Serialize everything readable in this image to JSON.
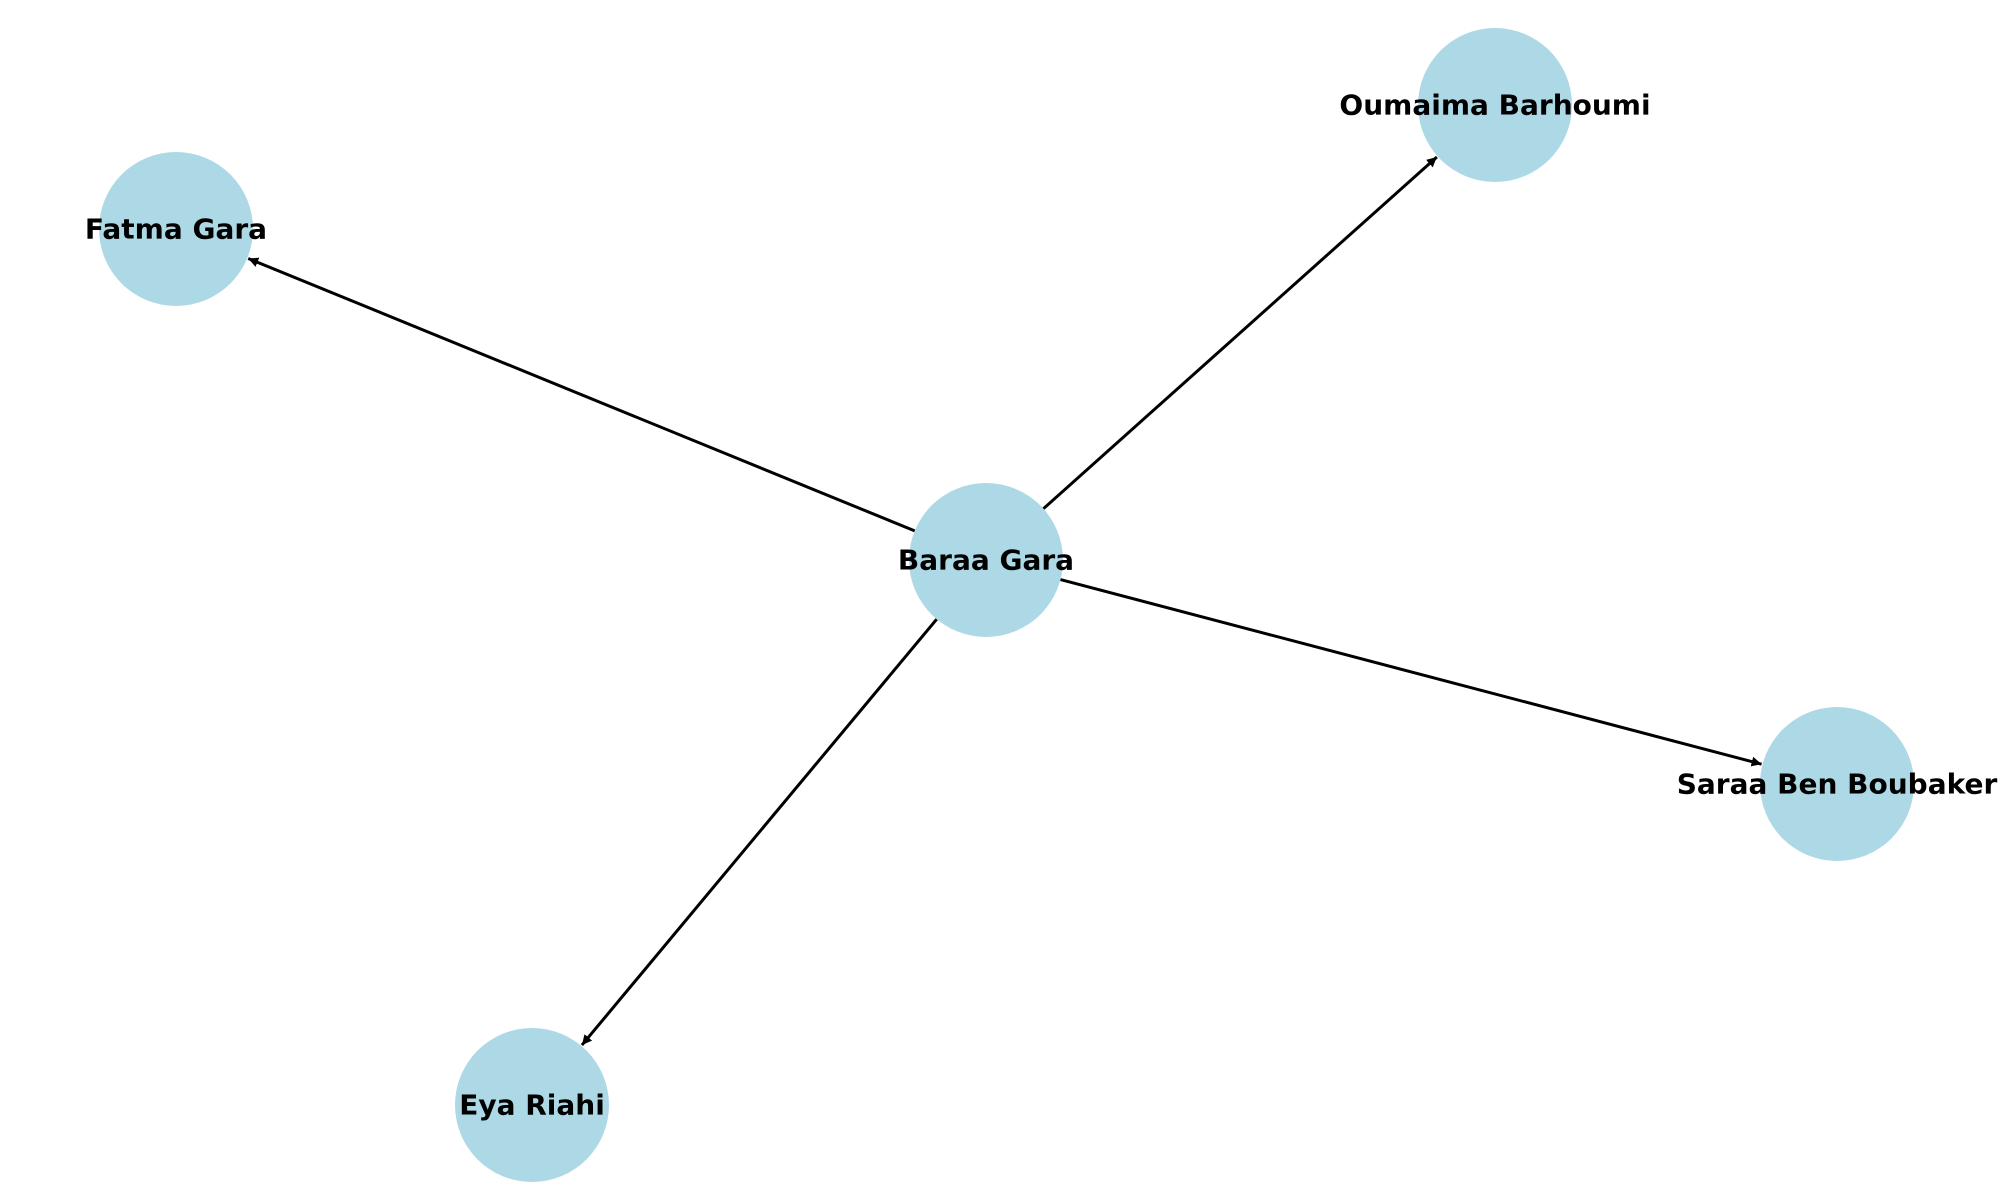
{
  "diagram": {
    "type": "directed-graph",
    "node_color": "#add8e6",
    "edge_color": "#000000",
    "label_color": "#000000",
    "nodes": [
      {
        "id": "baraa",
        "label": "Baraa Gara"
      },
      {
        "id": "fatma",
        "label": "Fatma Gara"
      },
      {
        "id": "oumaima",
        "label": "Oumaima Barhoumi"
      },
      {
        "id": "saraa",
        "label": "Saraa Ben Boubaker"
      },
      {
        "id": "eya",
        "label": "Eya Riahi"
      }
    ],
    "edges": [
      {
        "from": "baraa",
        "to": "fatma"
      },
      {
        "from": "baraa",
        "to": "oumaima"
      },
      {
        "from": "baraa",
        "to": "saraa"
      },
      {
        "from": "baraa",
        "to": "eya"
      }
    ]
  }
}
